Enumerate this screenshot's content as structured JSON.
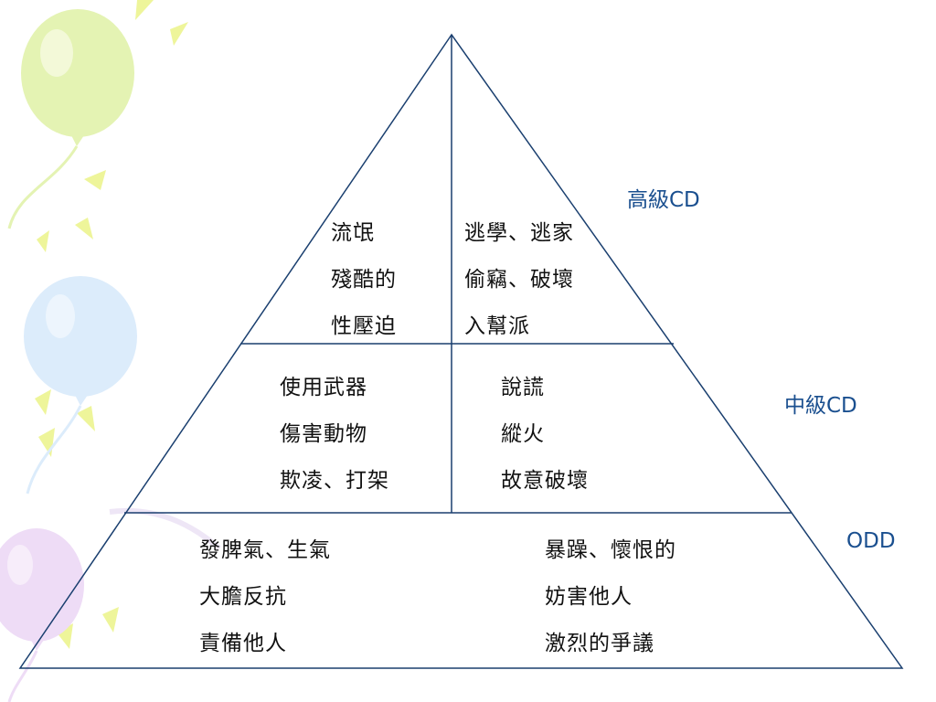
{
  "levels": {
    "high": {
      "label": "高級CD",
      "left_items": [
        "流氓",
        "殘酷的",
        "性壓迫"
      ],
      "right_items": [
        "逃學、逃家",
        "偷竊、破壞",
        "入幫派"
      ]
    },
    "mid": {
      "label": "中級CD",
      "left_items": [
        "使用武器",
        "傷害動物",
        "欺凌、打架"
      ],
      "right_items": [
        "說謊",
        "縱火",
        "故意破壞"
      ]
    },
    "odd": {
      "label": "ODD",
      "left_items": [
        "發脾氣、生氣",
        "大膽反抗",
        "責備他人"
      ],
      "right_items": [
        "暴躁、懷恨的",
        "妨害他人",
        "激烈的爭議"
      ]
    }
  },
  "colors": {
    "label_text": "#1a4f8f",
    "body_text": "#111111",
    "lines": "#1a3f6f",
    "balloon_green": "#e4f3b3",
    "balloon_blue": "#dcecfb",
    "balloon_purple": "#eedcf6",
    "sun_rays": "#eef59a"
  }
}
